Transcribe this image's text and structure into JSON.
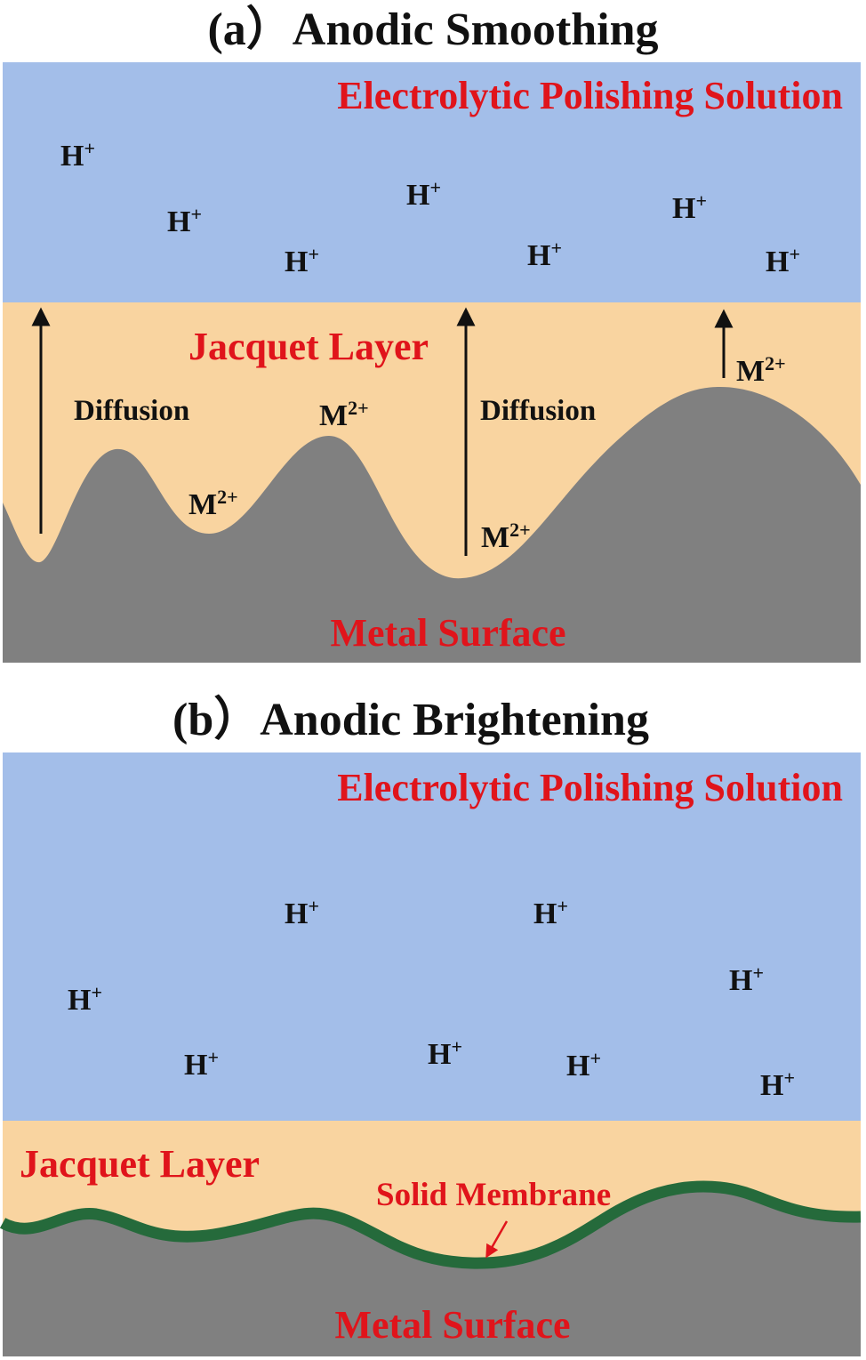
{
  "colors": {
    "solution": "#a3bee9",
    "jacquet_layer": "#f9d4a0",
    "metal": "#808080",
    "solid_membrane": "#256a3b",
    "label_red": "#e0141b",
    "text": "#111111"
  },
  "panel_a": {
    "title": "(a）Anodic Smoothing",
    "solution_label": "Electrolytic Polishing Solution",
    "layer_label": "Jacquet Layer",
    "metal_label": "Metal Surface",
    "diffusion_labels": [
      "Diffusion",
      "Diffusion"
    ],
    "ions_h": [
      {
        "base": "H",
        "charge": "+"
      },
      {
        "base": "H",
        "charge": "+"
      },
      {
        "base": "H",
        "charge": "+"
      },
      {
        "base": "H",
        "charge": "+"
      },
      {
        "base": "H",
        "charge": "+"
      },
      {
        "base": "H",
        "charge": "+"
      },
      {
        "base": "H",
        "charge": "+"
      }
    ],
    "ions_m": [
      {
        "base": "M",
        "charge": "2+"
      },
      {
        "base": "M",
        "charge": "2+"
      },
      {
        "base": "M",
        "charge": "2+"
      },
      {
        "base": "M",
        "charge": "2+"
      }
    ]
  },
  "panel_b": {
    "title": "(b）Anodic Brightening",
    "solution_label": "Electrolytic Polishing Solution",
    "layer_label": "Jacquet Layer",
    "membrane_label": "Solid Membrane",
    "metal_label": "Metal Surface",
    "ions_h": [
      {
        "base": "H",
        "charge": "+"
      },
      {
        "base": "H",
        "charge": "+"
      },
      {
        "base": "H",
        "charge": "+"
      },
      {
        "base": "H",
        "charge": "+"
      },
      {
        "base": "H",
        "charge": "+"
      },
      {
        "base": "H",
        "charge": "+"
      },
      {
        "base": "H",
        "charge": "+"
      },
      {
        "base": "H",
        "charge": "+"
      }
    ]
  }
}
